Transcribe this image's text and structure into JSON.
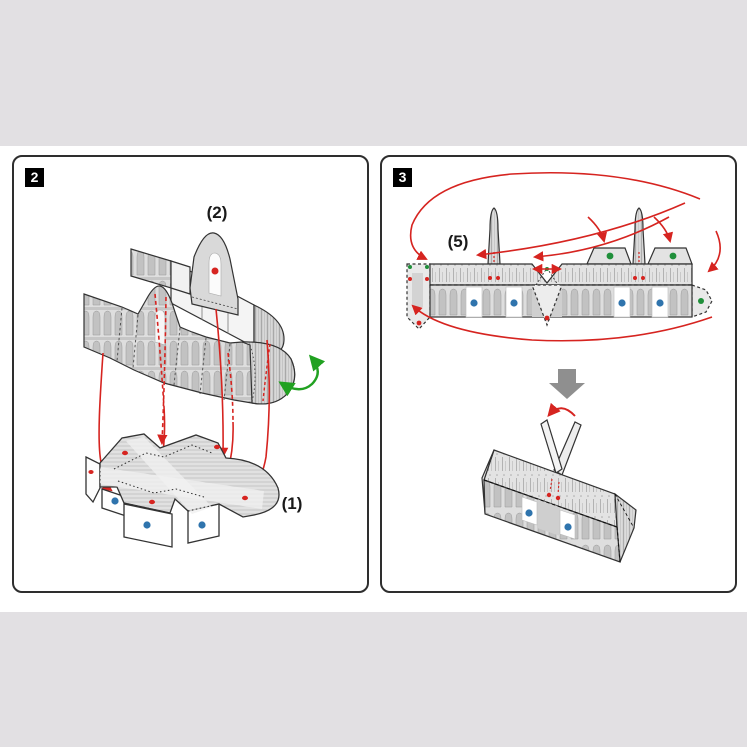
{
  "page": {
    "background_color": "#e2e0e3",
    "sheet_color": "#ffffff",
    "panel_border_color": "#2e2e2e",
    "badge_bg": "#000000",
    "badge_fg": "#ffffff"
  },
  "colors": {
    "arrow_red": "#d62420",
    "arrow_green": "#21a121",
    "dot_blue": "#2f74ad",
    "dot_red": "#d62420",
    "dot_green": "#1f8f3a",
    "down_arrow_gray": "#8f8f8f",
    "outline": "#333333"
  },
  "panels": [
    {
      "step": "2",
      "labels": {
        "wall_loop": "(2)",
        "base": "(1)"
      },
      "icons": [
        "red-connector-arrows",
        "green-rotate-arrow"
      ]
    },
    {
      "step": "3",
      "labels": {
        "facade_strip": "(5)"
      },
      "icons": [
        "red-wrap-arrows",
        "gray-down-arrow",
        "red-fold-arrow"
      ]
    }
  ]
}
